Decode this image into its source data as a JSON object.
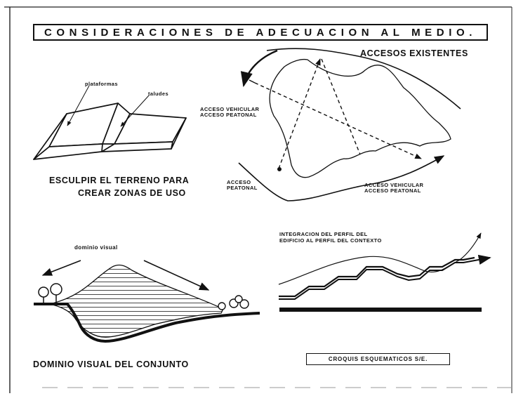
{
  "title": "CONSIDERACIONES DE ADECUACION AL MEDIO.",
  "sketch_terrain": {
    "label_platforms": "plataformas",
    "label_slopes": "taludes",
    "caption_line1": "ESCULPIR EL TERRENO PARA",
    "caption_line2": "CREAR ZONAS DE USO"
  },
  "sketch_access": {
    "heading": "ACCESOS EXISTENTES",
    "label_left_line1": "ACCESO VEHICULAR",
    "label_left_line2": "ACCESO PEATONAL",
    "label_bottom_left_line1": "ACCESO",
    "label_bottom_left_line2": "PEATONAL",
    "label_bottom_right_line1": "ACCESO VEHICULAR",
    "label_bottom_right_line2": "ACCESO PEATONAL"
  },
  "sketch_visual": {
    "label_domain": "dominio visual",
    "caption": "DOMINIO VISUAL DEL CONJUNTO"
  },
  "sketch_profile": {
    "heading_line1": "INTEGRACION DEL PERFIL DEL",
    "heading_line2": "EDIFICIO AL PERFIL DEL CONTEXTO"
  },
  "stamp": "CROQUIS ESQUEMATICOS S/E."
}
